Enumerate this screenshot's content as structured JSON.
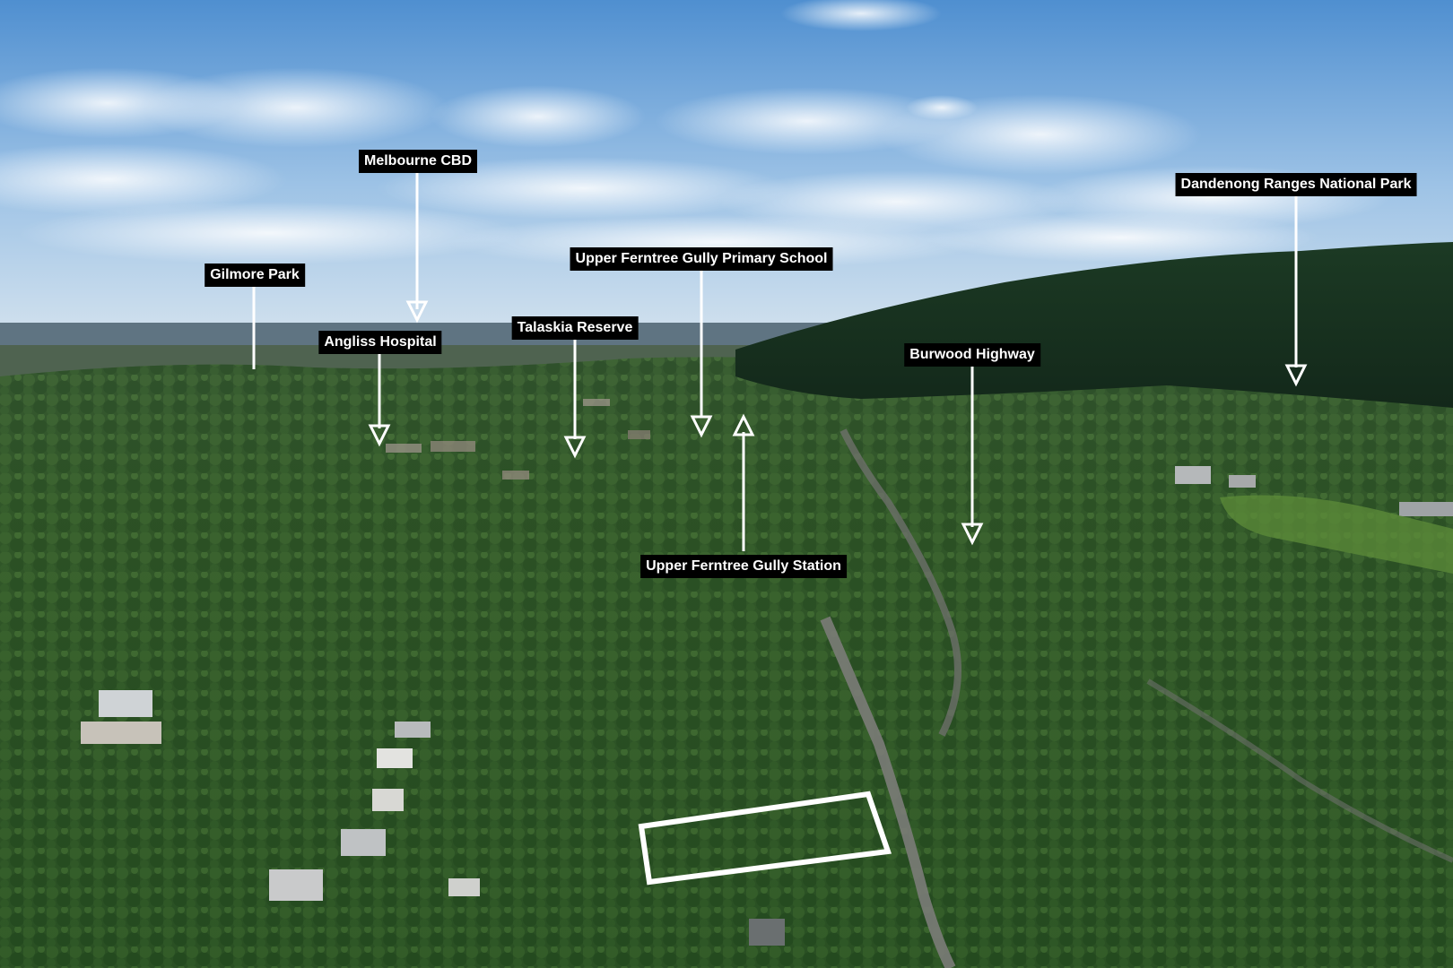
{
  "image": {
    "description_type": "aerial-photo",
    "photo_colors": {
      "sky_top": "#4f8fd0",
      "sky_horizon": "#c9dcec",
      "mountain": "#17301f",
      "forest": "#2f5626",
      "marker_line": "#ffffff",
      "label_bg": "#000000",
      "label_text": "#ffffff"
    }
  },
  "annotations": [
    {
      "id": "gilmore-park",
      "label": "Gilmore Park",
      "arrow": "none"
    },
    {
      "id": "melbourne-cbd",
      "label": "Melbourne CBD",
      "arrow": "down"
    },
    {
      "id": "angliss-hospital",
      "label": "Angliss Hospital",
      "arrow": "down"
    },
    {
      "id": "talaskia-reserve",
      "label": "Talaskia Reserve",
      "arrow": "down"
    },
    {
      "id": "upper-ferntree-gully-primary-school",
      "label": "Upper Ferntree Gully Primary School",
      "arrow": "down"
    },
    {
      "id": "burwood-highway",
      "label": "Burwood Highway",
      "arrow": "down"
    },
    {
      "id": "dandenong-ranges-national-park",
      "label": "Dandenong Ranges National Park",
      "arrow": "down"
    },
    {
      "id": "upper-ferntree-gully-station",
      "label": "Upper Ferntree Gully Station",
      "arrow": "up"
    }
  ],
  "site_outline": {
    "shape": "rotated-rectangle",
    "color": "#ffffff"
  }
}
